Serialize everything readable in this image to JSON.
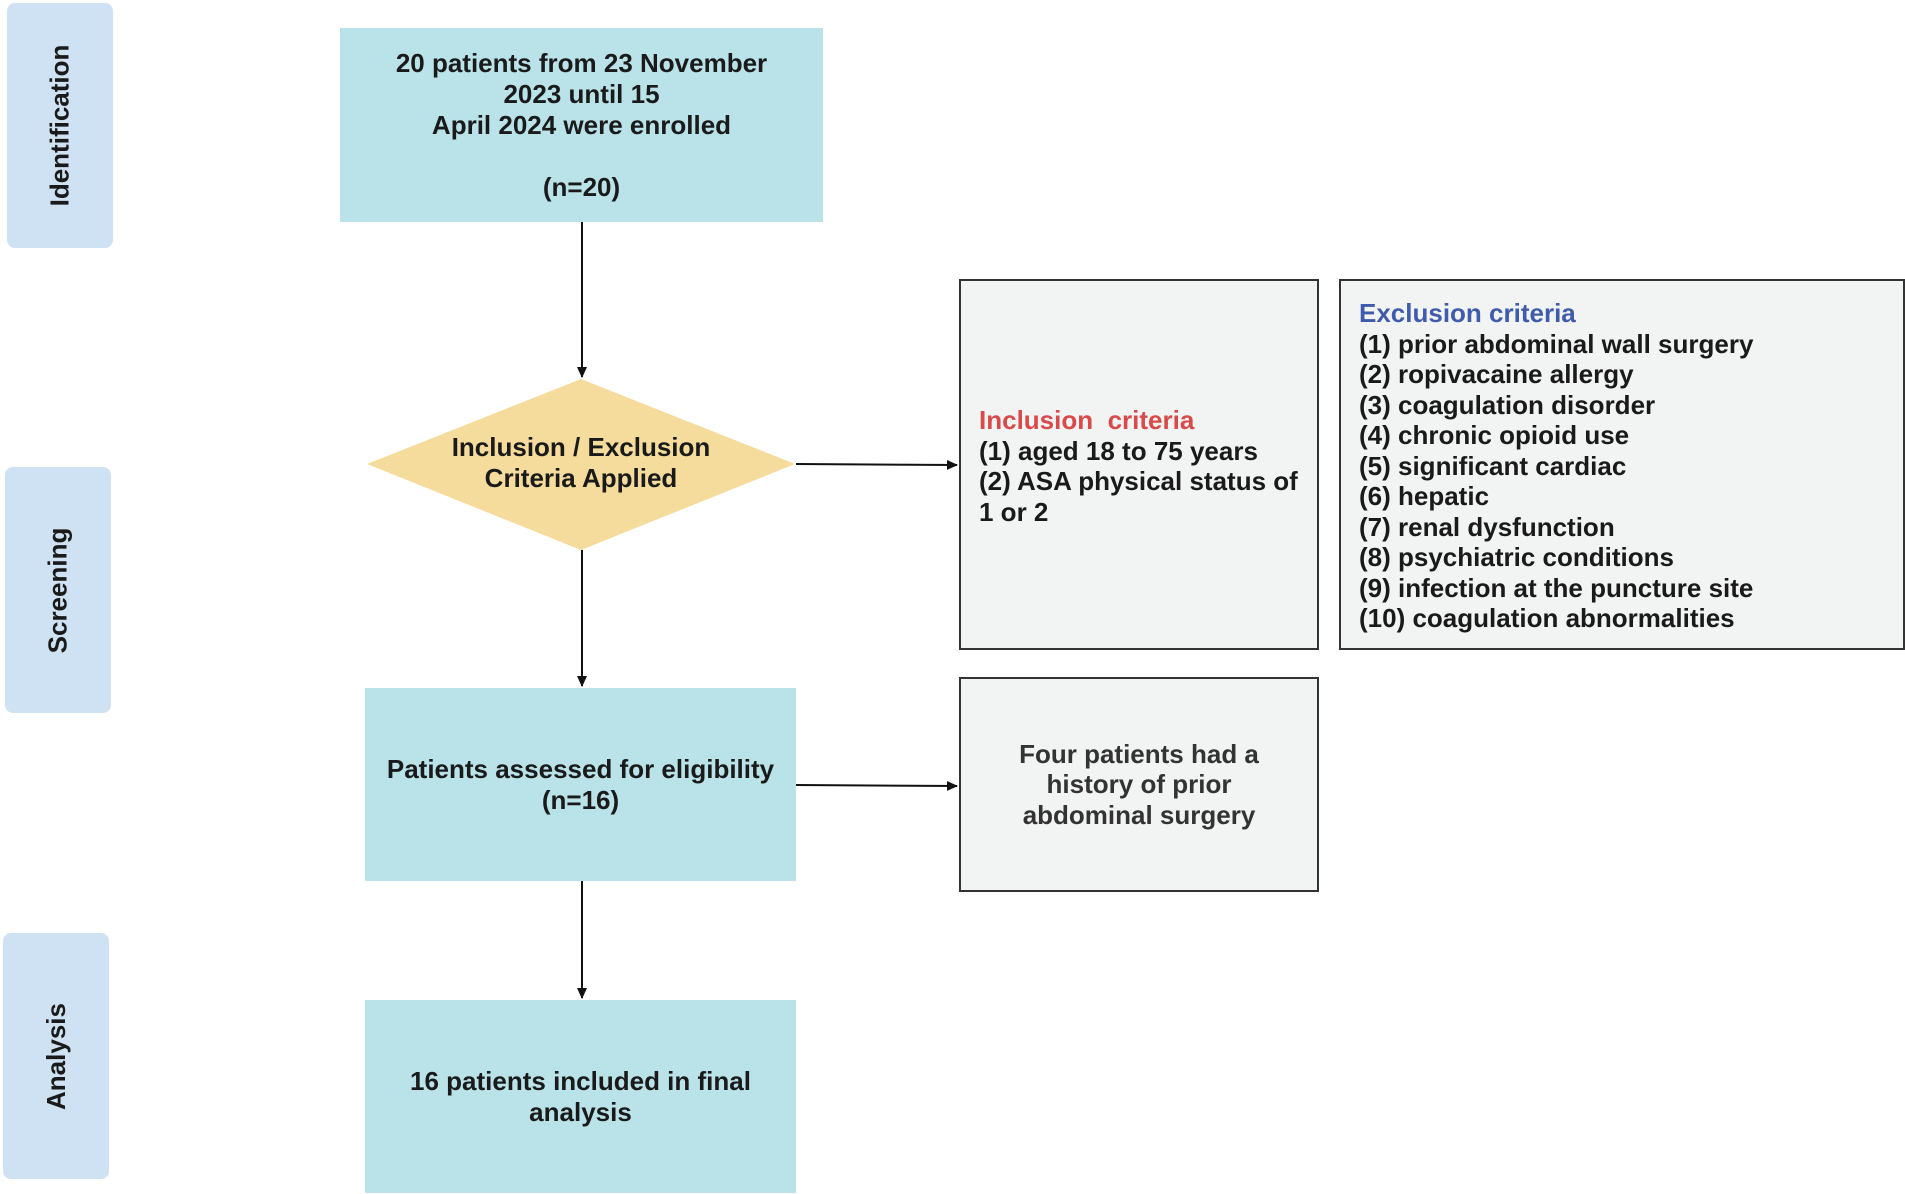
{
  "stages": {
    "identification": "Identification",
    "screening": "Screening",
    "analysis": "Analysis"
  },
  "enrolled": {
    "line1": "20 patients from 23 November",
    "line2": "2023 until 15",
    "line3": "April 2024 were enrolled",
    "count": "(n=20)"
  },
  "decision": {
    "line1": "Inclusion / Exclusion",
    "line2": "Criteria Applied"
  },
  "inclusion": {
    "title": "Inclusion  criteria",
    "items": [
      "(1) aged 18 to 75 years",
      "(2) ASA physical status of",
      "1 or 2"
    ]
  },
  "exclusion": {
    "title": "Exclusion criteria",
    "items": [
      "(1) prior abdominal wall surgery",
      "(2) ropivacaine allergy",
      "(3) coagulation disorder",
      "(4) chronic opioid use",
      "(5) significant cardiac",
      "(6) hepatic",
      "(7) renal dysfunction",
      "(8) psychiatric conditions",
      "(9) infection at the puncture site",
      "(10) coagulation abnormalities"
    ]
  },
  "assessed": {
    "line1": "Patients assessed for eligibility",
    "count": "(n=16)"
  },
  "excluded_note": {
    "line1": "Four patients had a",
    "line2": "history of prior",
    "line3": "abdominal surgery"
  },
  "final": {
    "line1": "16 patients included in final",
    "line2": "analysis"
  },
  "colors": {
    "teal_box": "#b9e3e8",
    "diamond": "#f5dc9c",
    "stage_tab": "#cfe2f3",
    "note_box": "#f2f3f3",
    "inclusion_title": "#d94a4a",
    "exclusion_title": "#3f5bab"
  }
}
